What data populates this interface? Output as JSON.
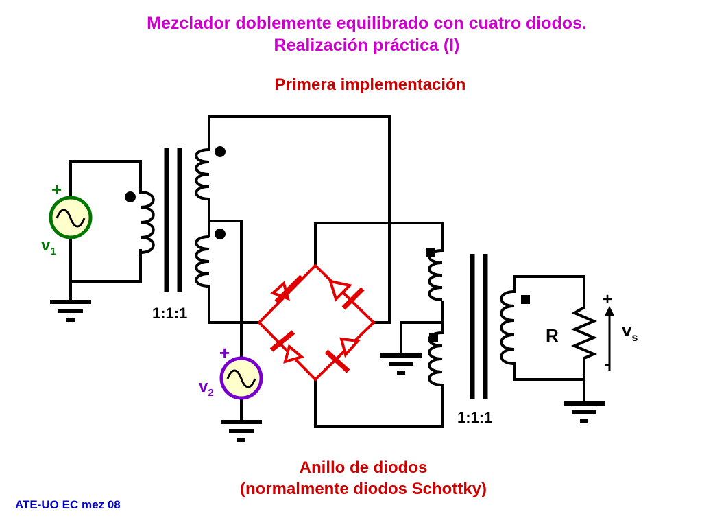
{
  "title": {
    "line1": "Mezclador doblemente equilibrado con cuatro diodos.",
    "line2": "Realización práctica (I)"
  },
  "subtitle": "Primera implementación",
  "source_v1": {
    "plus": "+",
    "name": "v",
    "sub": "1"
  },
  "source_v2": {
    "plus": "+",
    "name": "v",
    "sub": "2"
  },
  "transformer_in": {
    "ratio": "1:1:1"
  },
  "transformer_out": {
    "ratio": "1:1:1"
  },
  "load": {
    "resistor": "R",
    "plus": "+",
    "minus": "-",
    "name": "v",
    "sub": "s"
  },
  "caption": {
    "line1": "Anillo de diodos",
    "line2": "(normalmente diodos Schottky)"
  },
  "footer": "ATE-UO EC mez 08",
  "colors": {
    "title": "#CC00CC",
    "subtitle": "#CC0000",
    "caption": "#CC0000",
    "footer": "#0000CC",
    "wire": "#000000",
    "diode": "#E00000",
    "source_v1_ring": "#007700",
    "source_v2_ring": "#7700CC",
    "source_fill": "#FFFFCC"
  }
}
